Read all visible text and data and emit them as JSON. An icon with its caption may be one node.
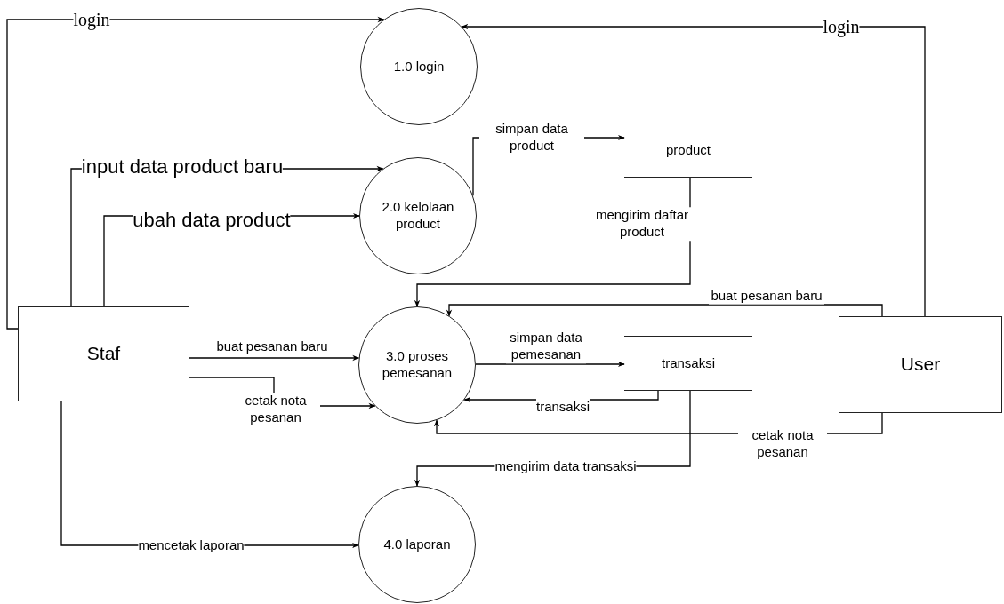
{
  "diagram": {
    "nodes": [
      {
        "text": [
          "Staf"
        ]
      },
      {
        "text": [
          "1.0 login"
        ]
      },
      {
        "text": [
          "2.0 kelolaan product"
        ]
      },
      {
        "text": [
          "3.0 proses pemesanan"
        ]
      },
      {
        "text": [
          "4.0 laporan"
        ]
      },
      {
        "text": [
          "product"
        ]
      },
      {
        "text": [
          "transaksi"
        ]
      },
      {
        "text": [
          "User"
        ]
      }
    ],
    "edges": [
      {
        "from": 0,
        "to": 1,
        "arrow": "to",
        "label": "login"
      },
      {
        "from": 7,
        "to": 1,
        "arrow": "to",
        "label": "login"
      },
      {
        "from": 0,
        "to": 2,
        "arrow": "to",
        "label": "input data product baru"
      },
      {
        "from": 0,
        "to": 2,
        "arrow": "to",
        "label": "ubah data product"
      },
      {
        "from": 2,
        "to": 5,
        "arrow": "to",
        "label": "simpan data product"
      },
      {
        "from": 5,
        "to": 3,
        "arrow": "to",
        "label": "mengirim daftar product"
      },
      {
        "from": 7,
        "to": 3,
        "arrow": "to",
        "label": "buat pesanan baru"
      },
      {
        "from": 0,
        "to": 3,
        "arrow": "to",
        "label": "buat pesanan baru"
      },
      {
        "from": 0,
        "to": 3,
        "arrow": "to",
        "label": "cetak nota pesanan"
      },
      {
        "from": 3,
        "to": 6,
        "arrow": "to",
        "label": "simpan data pemesanan"
      },
      {
        "from": 6,
        "to": 3,
        "arrow": "to",
        "label": "transaksi"
      },
      {
        "from": 7,
        "to": 3,
        "arrow": "to",
        "label": "cetak nota pesanan"
      },
      {
        "from": 6,
        "to": 4,
        "arrow": "to",
        "label": "mengirim data transaksi"
      },
      {
        "from": 0,
        "to": 4,
        "arrow": "to",
        "label": "mencetak laporan"
      }
    ]
  }
}
